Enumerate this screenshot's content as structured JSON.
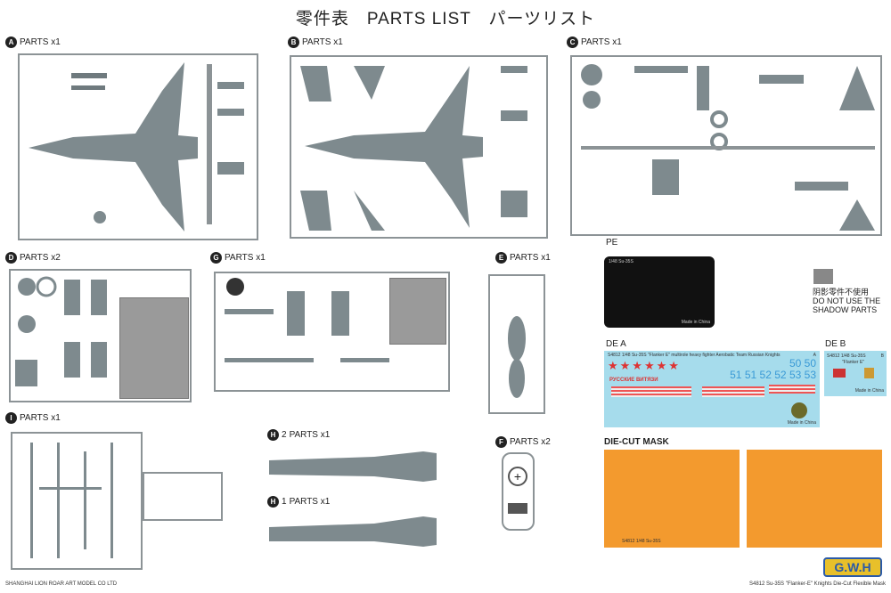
{
  "title": "零件表　PARTS LIST　パーツリスト",
  "sprues": {
    "A": {
      "letter": "A",
      "label": "PARTS x1"
    },
    "B": {
      "letter": "B",
      "label": "PARTS x1"
    },
    "C": {
      "letter": "C",
      "label": "PARTS x1"
    },
    "D": {
      "letter": "D",
      "label": "PARTS x2"
    },
    "G": {
      "letter": "G",
      "label": "PARTS x1"
    },
    "E": {
      "letter": "E",
      "label": "PARTS x1"
    },
    "I": {
      "letter": "I",
      "label": "PARTS x1"
    },
    "H2": {
      "letter": "H",
      "num": "2",
      "label": "PARTS x1"
    },
    "H1": {
      "letter": "H",
      "num": "1",
      "label": "PARTS x1"
    },
    "F": {
      "letter": "F",
      "label": "PARTS x2"
    }
  },
  "pe": {
    "label": "PE",
    "plate_text": "1/48 Su-35S",
    "made": "Made in China"
  },
  "shadow_note": {
    "cn": "阴影零件不使用",
    "en1": "DO NOT USE THE",
    "en2": "SHADOW PARTS"
  },
  "decal_a": {
    "label": "DE  A",
    "header": "S4812 1/48 Su-35S \"Flanker E\" multirole heavy fighter Aerobatic Team Russian Knights",
    "corner": "A",
    "numbers": [
      "50",
      "50",
      "51",
      "51",
      "52",
      "52",
      "53",
      "53"
    ],
    "text_ru": "РУССКИЕ ВИТЯЗИ",
    "made": "Made in China"
  },
  "decal_b": {
    "label": "DE  B",
    "header": "S4812 1/48 Su-35S",
    "sub": "\"Flanker E\"",
    "corner": "B",
    "made": "Made in China"
  },
  "mask": {
    "label": "DIE-CUT MASK",
    "code": "S4812 1/48 Su-35S"
  },
  "logo": "G.W.H",
  "footer_left": "SHANGHAI LION ROAR ART MODEL CO LTD",
  "footer_right": "S4812 Su-35S \"Flanker-E\" Knights Die-Cut Flexible Mask"
}
